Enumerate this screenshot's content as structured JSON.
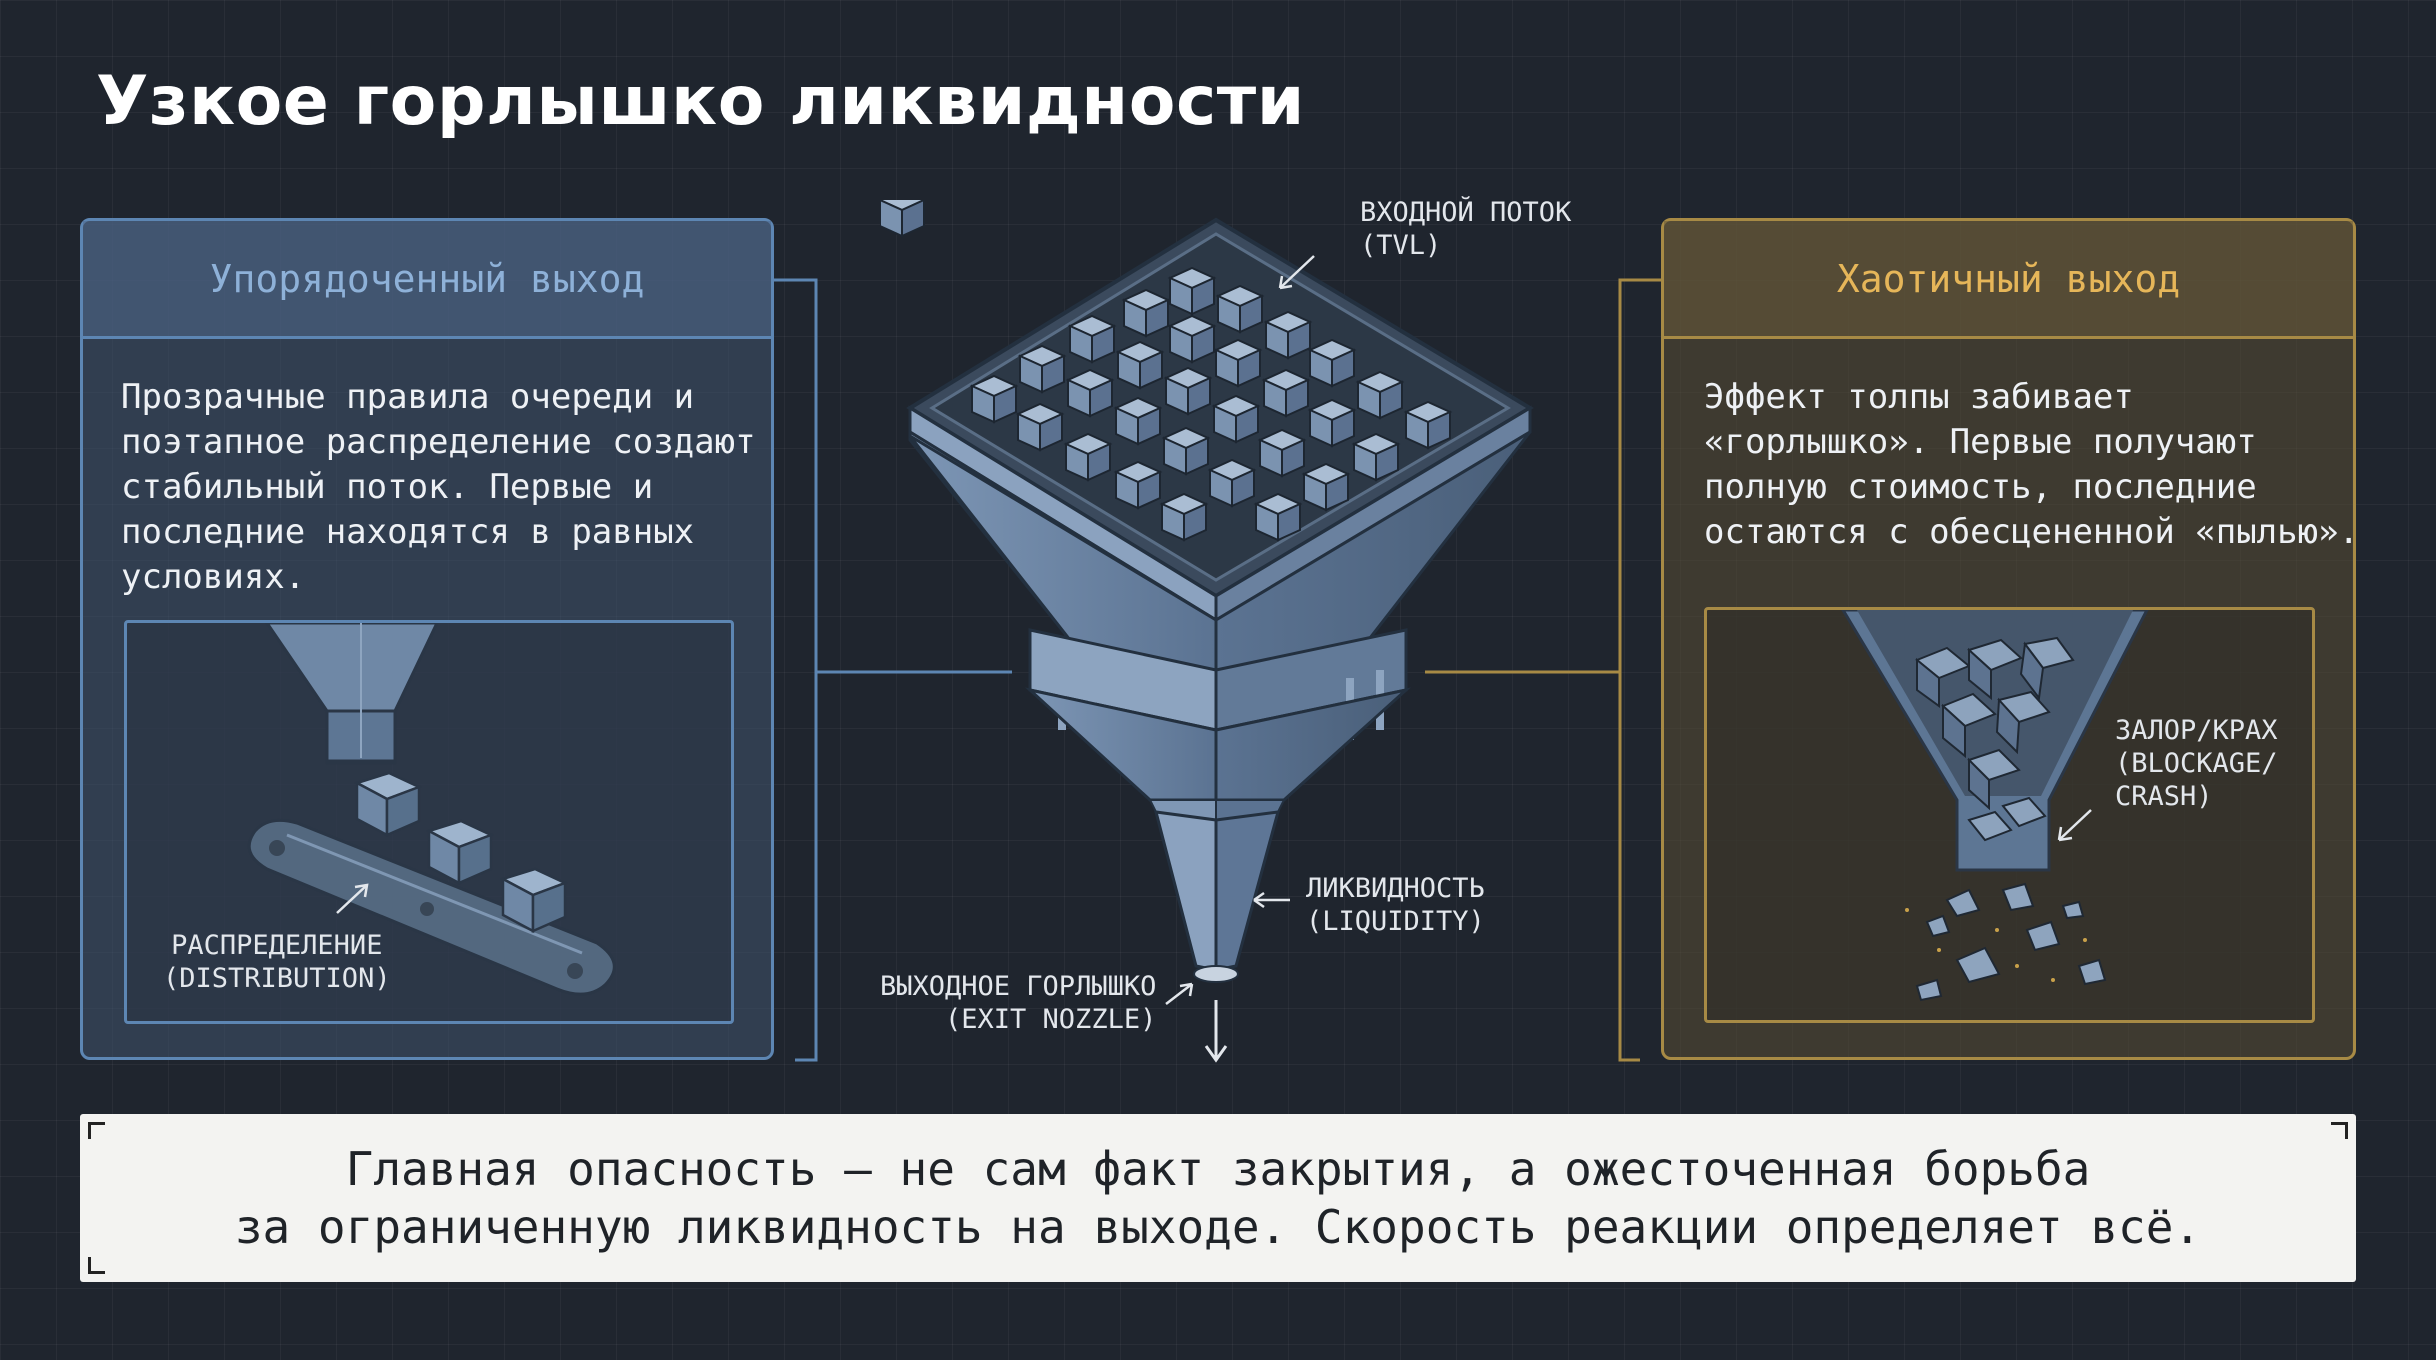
{
  "title": "Узкое горлышко ликвидности",
  "left_panel": {
    "heading": "Упорядоченный выход",
    "body": "Прозрачные правила очереди и\nпоэтапное распределение создают\nстабильный поток. Первые и\nпоследние находятся в равных\nусловиях.",
    "illustration_label": "РАСПРЕДЕЛЕНИЕ\n(DISTRIBUTION)"
  },
  "right_panel": {
    "heading": "Хаотичный выход",
    "body": "Эффект толпы забивает\n«горлышко». Первые получают\nполную стоимость, последние\nостаются с обесцененной «пылью».",
    "illustration_label": "ЗАЛОР/КРАХ\n(BLOCKAGE/\nCRASH)"
  },
  "center_diagram": {
    "inflow_label": "ВХОДНОЙ ПОТОК\n(TVL)",
    "liquidity_label": "ЛИКВИДНОСТЬ\n(LIQUIDITY)",
    "exit_label": "ВЫХОДНОЕ ГОРЛЫШКО\n(EXIT NOZZLE)"
  },
  "footer": {
    "line1": "Главная опасность — не сам факт закрытия, а ожесточенная борьба",
    "line2": "за ограниченную ликвидность на выходе. Скорость реакции определяет всё."
  },
  "colors": {
    "background": "#1f252e",
    "ordered_accent": "#5d86b3",
    "chaotic_accent": "#a78a45",
    "chaotic_heading": "#e6b659"
  }
}
